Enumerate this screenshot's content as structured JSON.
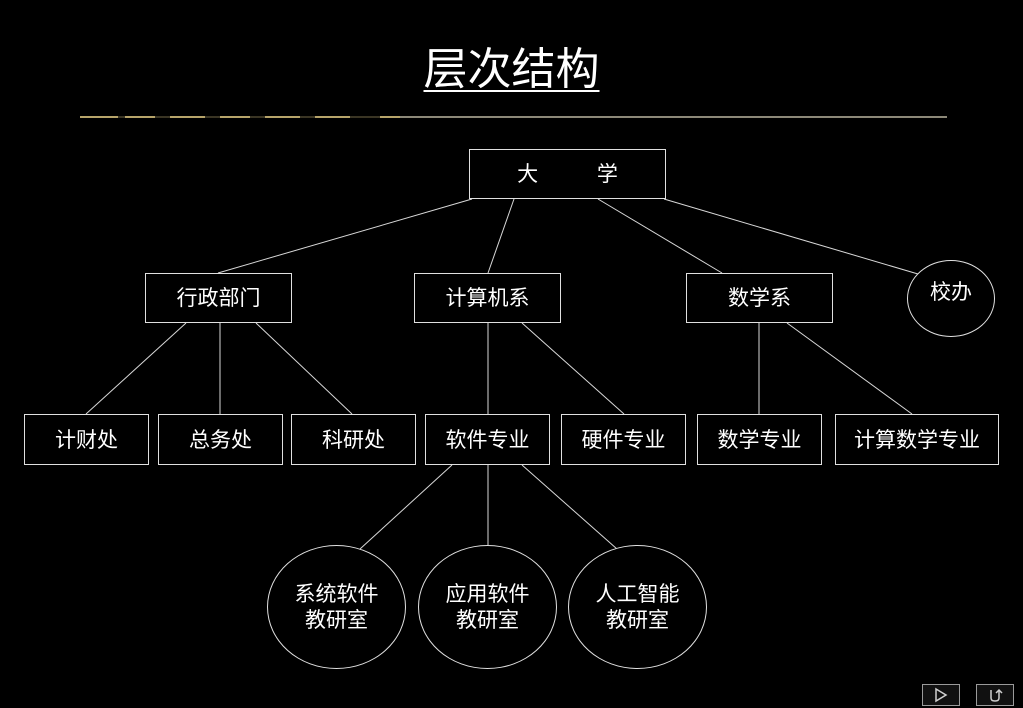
{
  "title": "层次结构",
  "root": {
    "label": "大 学"
  },
  "level1": {
    "admin": "行政部门",
    "cs": "计算机系",
    "math": "数学系",
    "office": "校办"
  },
  "level2": {
    "finance": "计财处",
    "general": "总务处",
    "research": "科研处",
    "software": "软件专业",
    "hardware": "硬件专业",
    "math_major": "数学专业",
    "comp_math": "计算数学专业"
  },
  "level3": {
    "system_sw": {
      "line1": "系统软件",
      "line2": "教研室"
    },
    "app_sw": {
      "line1": "应用软件",
      "line2": "教研室"
    },
    "ai": {
      "line1": "人工智能",
      "line2": "教研室"
    }
  },
  "nav": {
    "next_icon": "play-next-icon",
    "return_icon": "return-icon"
  },
  "colors": {
    "background": "#000000",
    "foreground": "#ffffff",
    "divider_accent": "#b7a46a"
  }
}
